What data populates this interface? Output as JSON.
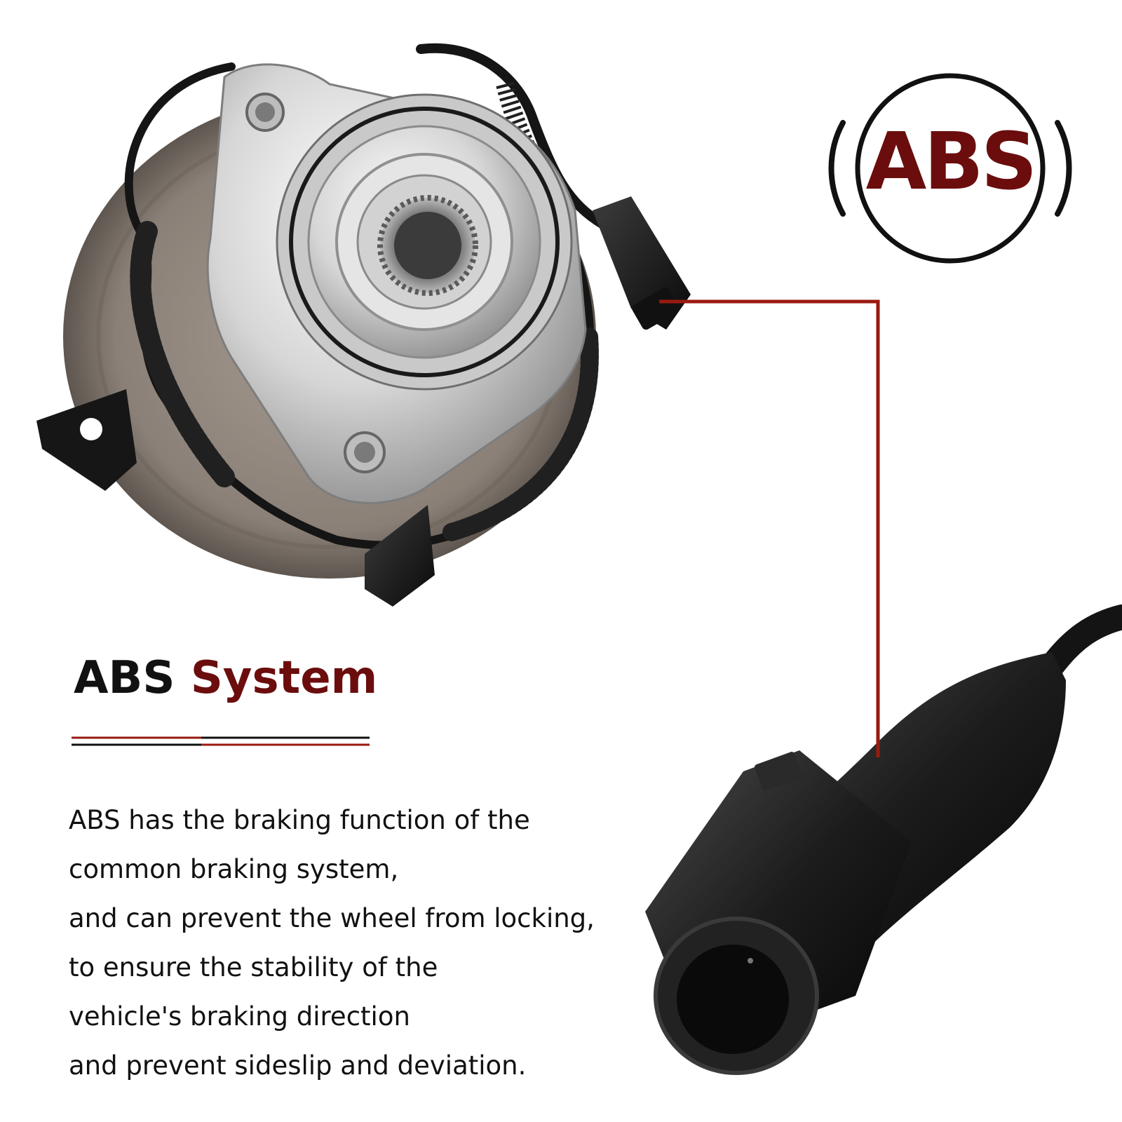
{
  "badge": {
    "text": "ABS",
    "text_color": "#6b0d0d",
    "ring_color": "#111111",
    "icon": "abs-warning-icon"
  },
  "heading": {
    "word1": "ABS",
    "word2": "System",
    "color_dark": "#111111",
    "color_accent": "#6b0d0d"
  },
  "description": {
    "lines": [
      "ABS has the braking function of the",
      "common braking system,",
      "and can prevent the wheel from locking,",
      "to ensure the stability of the",
      "vehicle's braking direction",
      "and prevent sideslip and deviation."
    ]
  },
  "images": {
    "hub": "wheel-hub-bearing-assembly",
    "connector": "abs-sensor-connector"
  },
  "colors": {
    "accent": "#9a1a10",
    "metal": "#d9d9d9",
    "rotor": "#8a8077",
    "cable": "#141414"
  }
}
